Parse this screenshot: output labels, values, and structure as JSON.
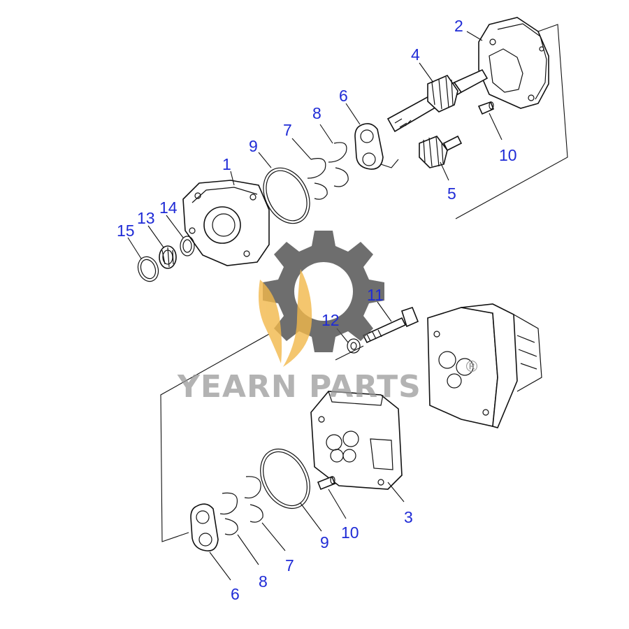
{
  "diagram": {
    "callouts": [
      {
        "id": "c1",
        "text": "1"
      },
      {
        "id": "c2",
        "text": "2"
      },
      {
        "id": "c3",
        "text": "3"
      },
      {
        "id": "c4",
        "text": "4"
      },
      {
        "id": "c5",
        "text": "5"
      },
      {
        "id": "c6a",
        "text": "6"
      },
      {
        "id": "c6b",
        "text": "6"
      },
      {
        "id": "c7a",
        "text": "7"
      },
      {
        "id": "c7b",
        "text": "7"
      },
      {
        "id": "c8a",
        "text": "8"
      },
      {
        "id": "c8b",
        "text": "8"
      },
      {
        "id": "c9a",
        "text": "9"
      },
      {
        "id": "c9b",
        "text": "9"
      },
      {
        "id": "c10a",
        "text": "10"
      },
      {
        "id": "c10b",
        "text": "10"
      },
      {
        "id": "c11",
        "text": "11"
      },
      {
        "id": "c12",
        "text": "12"
      },
      {
        "id": "c13",
        "text": "13"
      },
      {
        "id": "c14",
        "text": "14"
      },
      {
        "id": "c15",
        "text": "15"
      }
    ]
  },
  "watermark": {
    "brand_text": "YEARN PARTS",
    "registered_mark": "®",
    "gear_color": "#555555",
    "flame_color": "#f2b84b"
  },
  "colors": {
    "callout": "#1f2bd6",
    "line": "#111111"
  }
}
